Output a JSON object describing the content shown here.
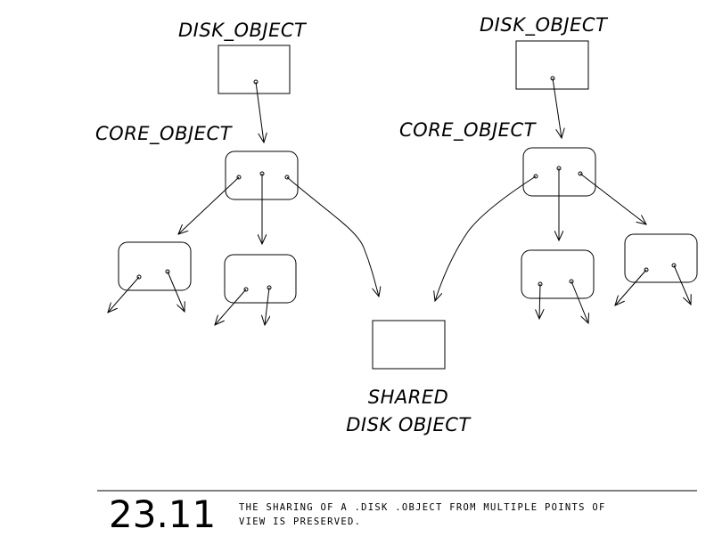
{
  "left_tree": {
    "disk_label": "DISK_OBJECT",
    "core_label": "CORE_OBJECT"
  },
  "right_tree": {
    "disk_label": "DISK_OBJECT",
    "core_label": "CORE_OBJECT"
  },
  "shared": {
    "label_line1": "SHARED",
    "label_line2": "DISK OBJECT"
  },
  "figure": {
    "number": "23.11",
    "caption_line1": "THE SHARING OF A .DISK .OBJECT FROM MULTIPLE POINTS OF",
    "caption_line2": "VIEW IS PRESERVED."
  }
}
